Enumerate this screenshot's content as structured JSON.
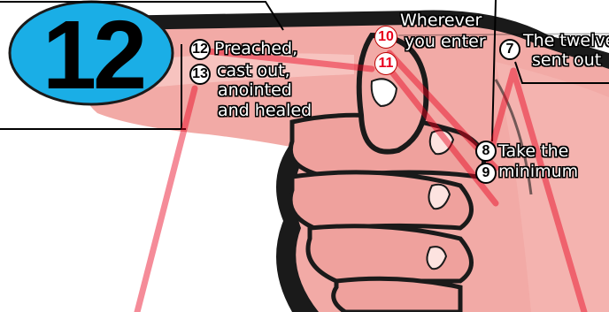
{
  "big_number": "12",
  "labels": {
    "n12": "12",
    "t12": "Preached,",
    "n13": "13",
    "t13a": "cast out,",
    "t13b": "anointed",
    "t13c": "and healed",
    "n10": "10",
    "t10": "Wherever",
    "n11": "11",
    "t11": "you enter",
    "n7": "7",
    "t7a": "The twelve",
    "t7b": "sent out",
    "n8": "8",
    "t8": "Take the",
    "n9": "9",
    "t9": "minimum"
  },
  "colors": {
    "skin": "#f2aaa6",
    "skin_light": "#f7c9c5",
    "skin_shadow": "#d98884",
    "outline": "#1a1a1a",
    "blue": "#1aaee6",
    "red_line": "#e8001c",
    "red_badge": "#e8001c"
  }
}
